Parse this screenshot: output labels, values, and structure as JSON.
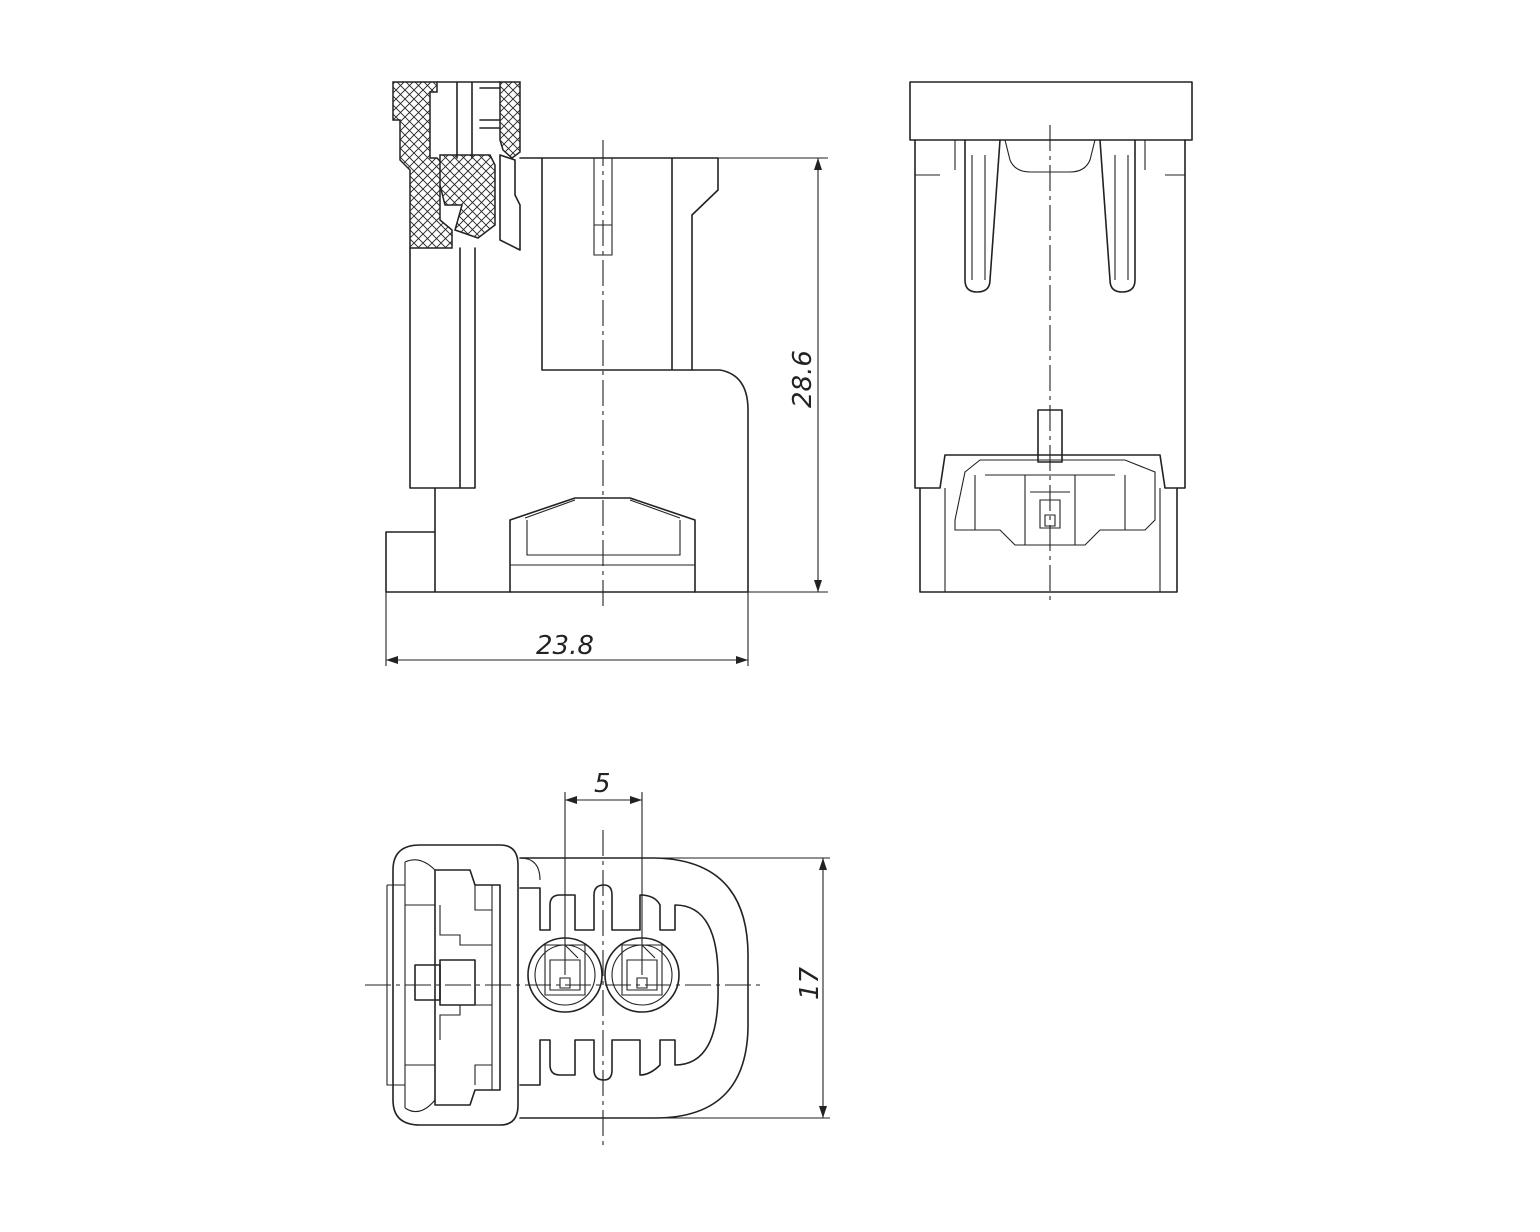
{
  "dimensions": {
    "height": "28.6",
    "width": "23.8",
    "pitch": "5",
    "depth": "17"
  }
}
